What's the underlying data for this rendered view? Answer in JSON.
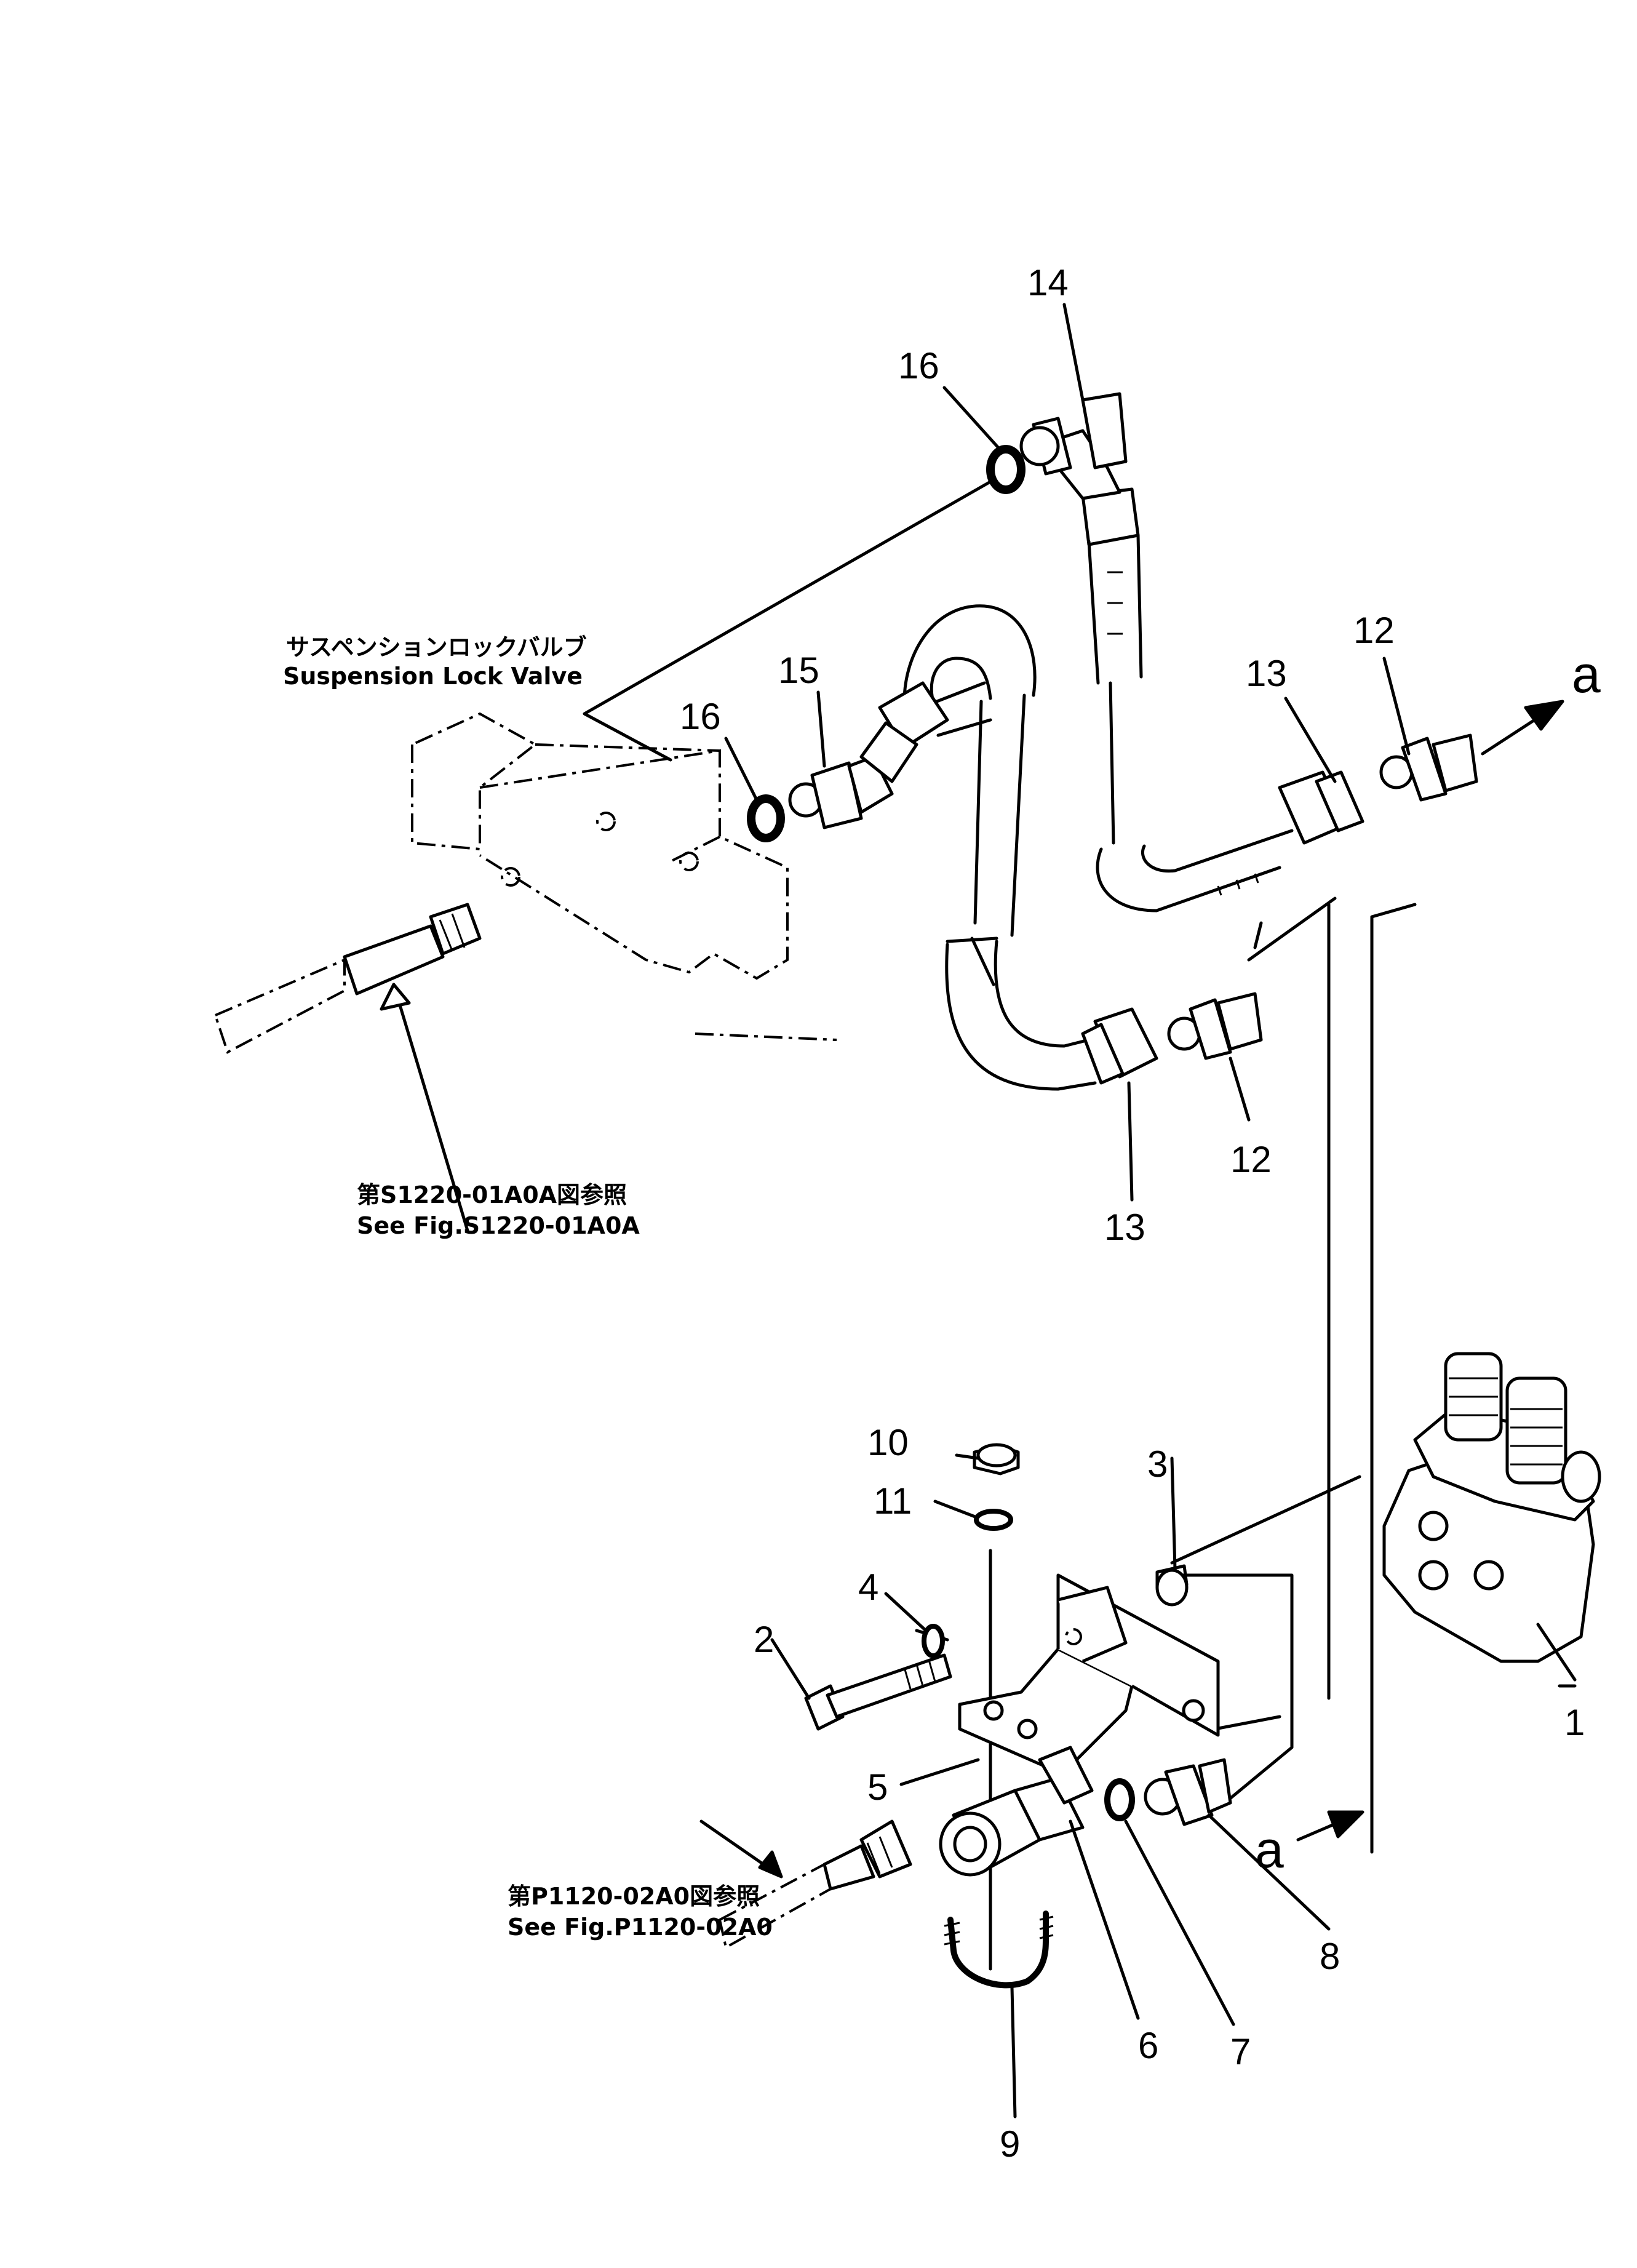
{
  "callouts": {
    "c1": "1",
    "c2": "2",
    "c3": "3",
    "c4": "4",
    "c5": "5",
    "c6": "6",
    "c7": "7",
    "c8": "8",
    "c9": "9",
    "c10": "10",
    "c11": "11",
    "c12a": "12",
    "c12b": "12",
    "c13a": "13",
    "c13b": "13",
    "c14": "14",
    "c15": "15",
    "c16a": "16",
    "c16b": "16"
  },
  "connection_marks": {
    "top": "a",
    "bottom": "a"
  },
  "notes": {
    "valve_ja": "サスペンションロックバルブ",
    "valve_en": "Suspension Lock Valve",
    "ref1_ja": "第S1220-01A0A図参照",
    "ref1_en": "See Fig.S1220-01A0A",
    "ref2_ja": "第P1120-02A0図参照",
    "ref2_en": "See Fig.P1120-02A0"
  }
}
